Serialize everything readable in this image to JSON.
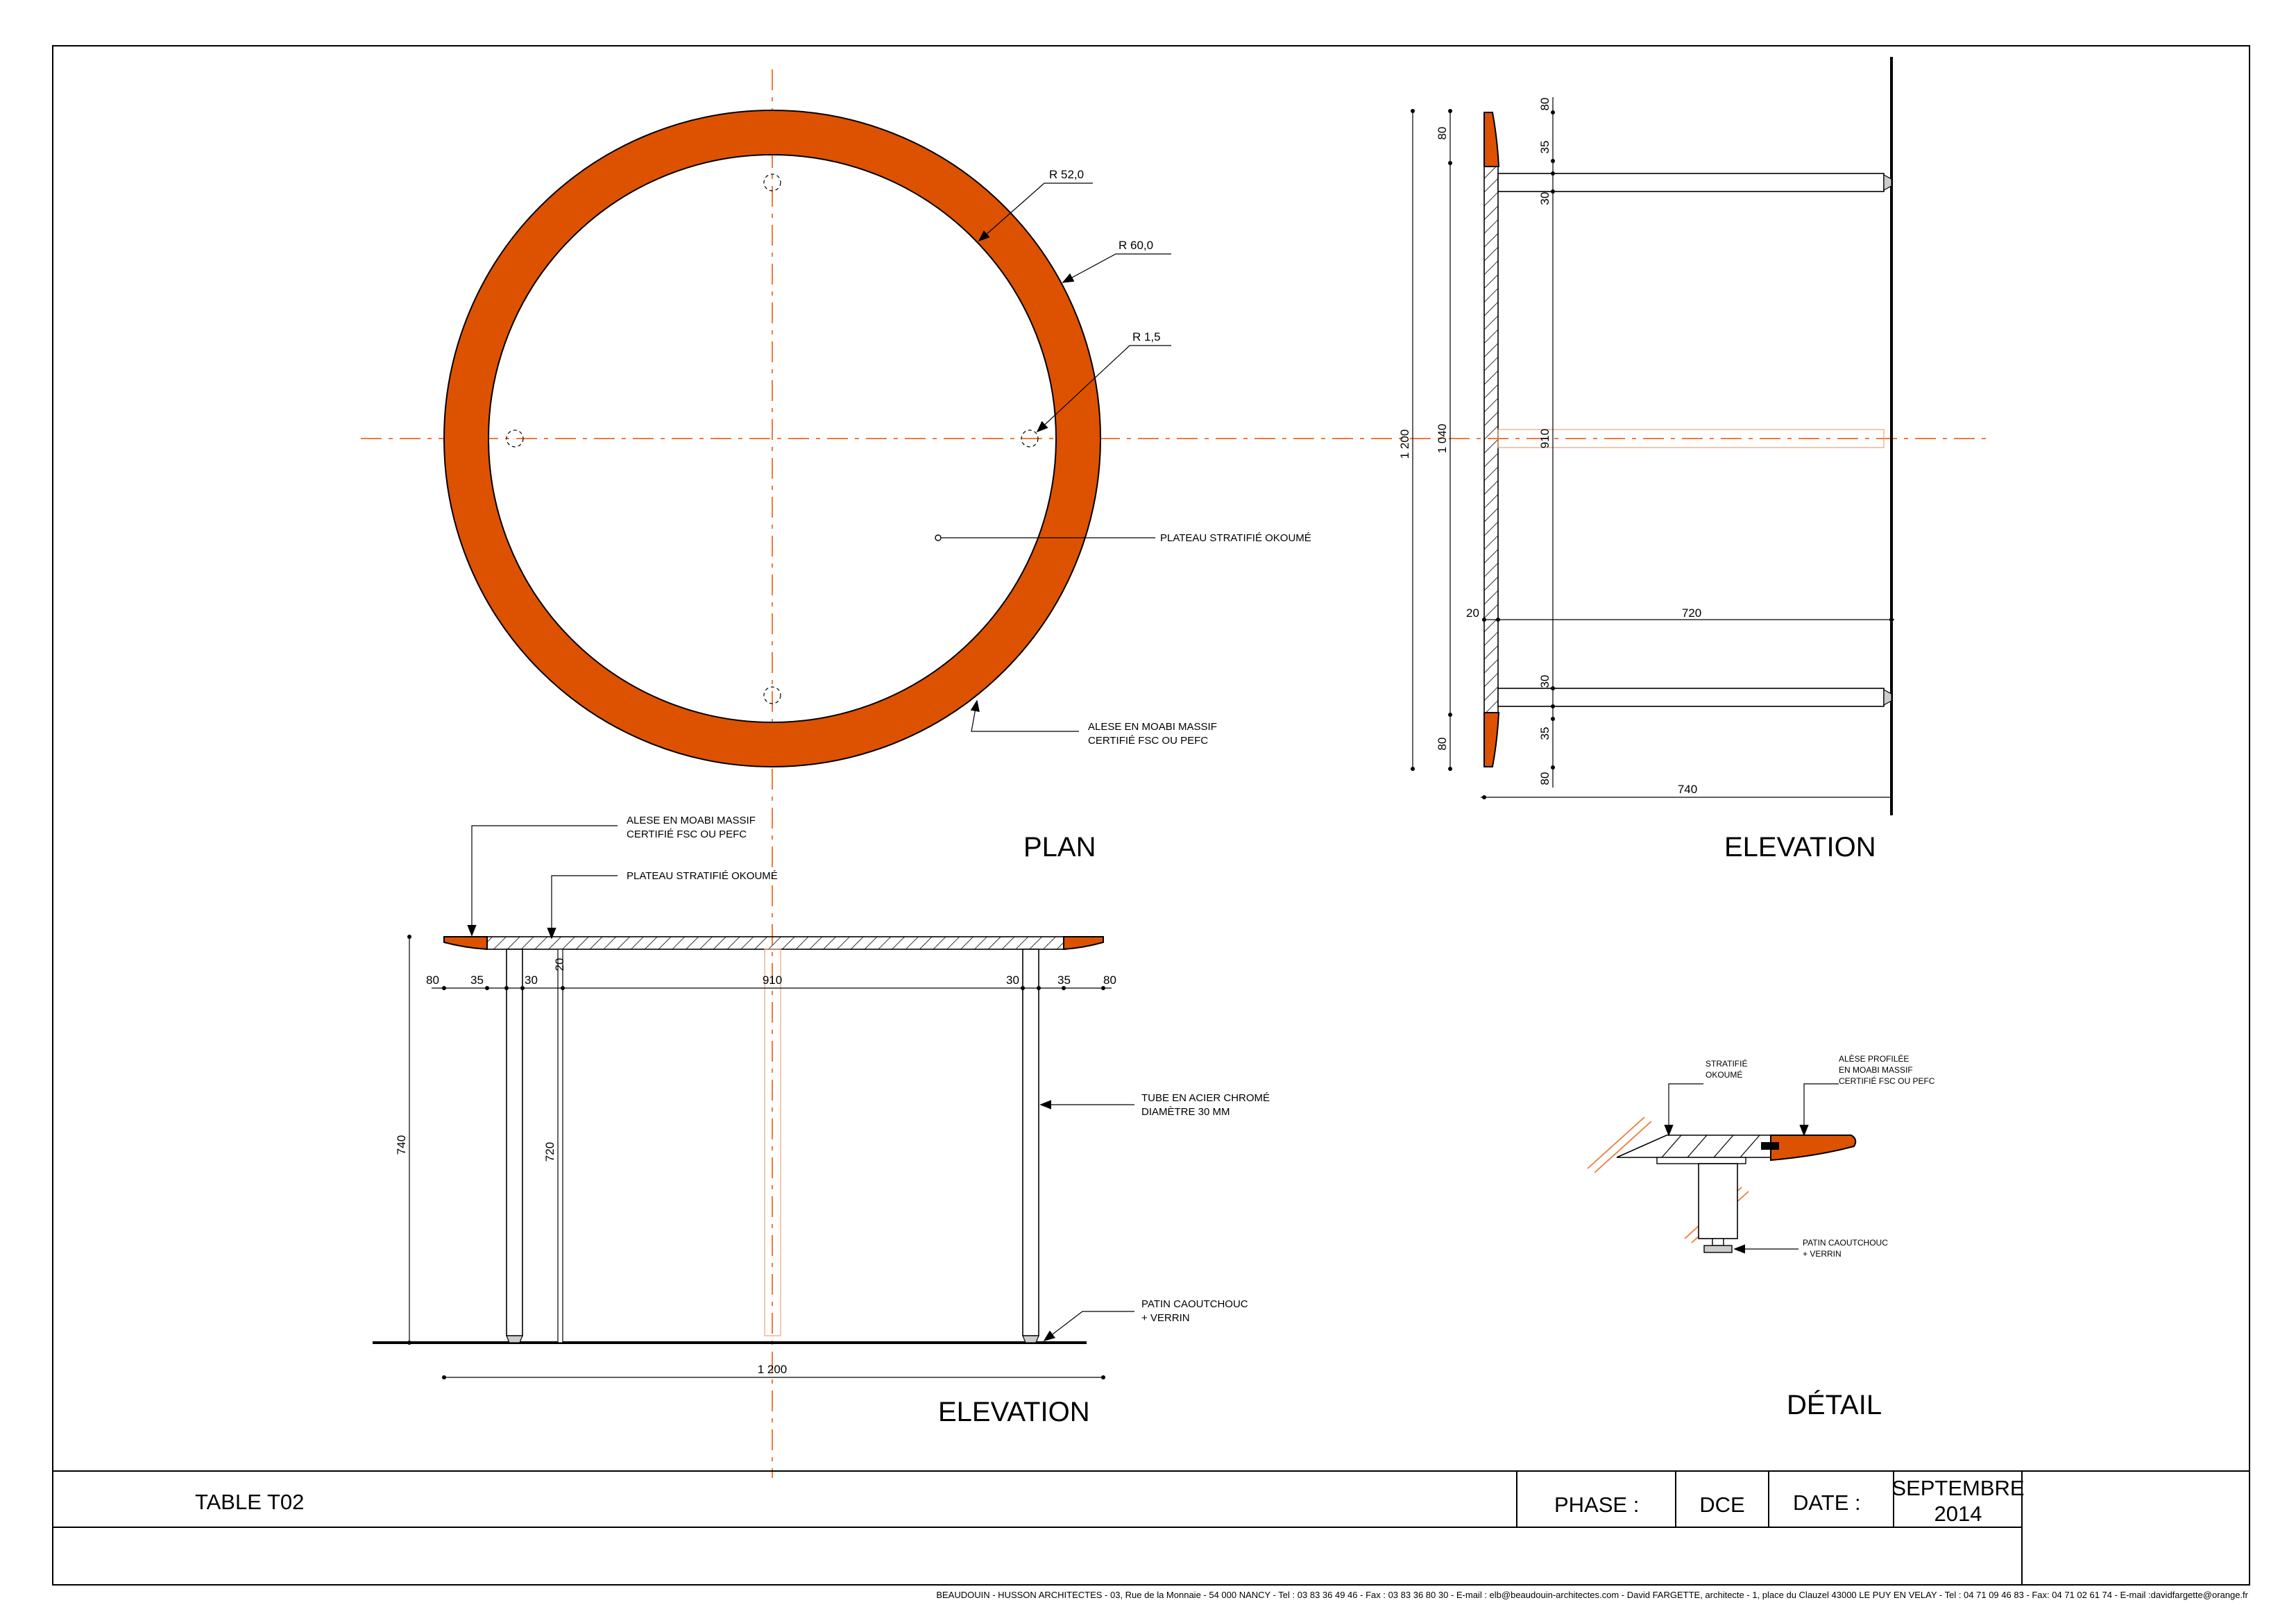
{
  "plan": {
    "title": "PLAN",
    "r_inner": "R 52,0",
    "r_outer": "R 60,0",
    "r_hole": "R 1,5",
    "note_top": "PLATEAU STRATIFIÉ OKOUMÉ",
    "note_edge_1": "ALESE EN MOABI MASSIF",
    "note_edge_2": "CERTIFIÉ FSC OU PEFC"
  },
  "side_elevation": {
    "title": "ELEVATION",
    "dims": {
      "overall": "1 200",
      "inner": "1 040",
      "span": "910",
      "edge_top": "80",
      "edge_bottom": "80",
      "right_80_top": "80",
      "right_35_top": "35",
      "right_30_top": "30",
      "right_30_bottom": "30",
      "right_35_bottom": "35",
      "right_80_bottom": "80",
      "thickness": "20",
      "leg": "720",
      "height": "740"
    }
  },
  "front_elevation": {
    "title": "ELEVATION",
    "note_edge_1": "ALESE EN MOABI MASSIF",
    "note_edge_2": "CERTIFIÉ FSC OU PEFC",
    "note_top": "PLATEAU STRATIFIÉ OKOUMÉ",
    "note_tube_1": "TUBE EN ACIER CHROMÉ",
    "note_tube_2": "DIAMÈTRE 30 MM",
    "note_foot_1": "PATIN CAOUTCHOUC",
    "note_foot_2": "+ VERRIN",
    "dims": {
      "l80": "80",
      "l35": "35",
      "l30": "30",
      "span": "910",
      "r30": "30",
      "r35": "35",
      "r80": "80",
      "thickness": "20",
      "height": "740",
      "leg": "720",
      "overall": "1 200"
    }
  },
  "detail": {
    "title": "DÉTAIL",
    "note_top_1": "STRATIFIÉ",
    "note_top_2": "OKOUMÉ",
    "note_edge_1": "ALÈSE PROFILÉE",
    "note_edge_2": "EN MOABI MASSIF",
    "note_edge_3": "CERTIFIÉ FSC OU PEFC",
    "note_foot_1": "PATIN CAOUTCHOUC",
    "note_foot_2": "+ VERRIN"
  },
  "title_block": {
    "project": "TABLE T02",
    "phase_label": "PHASE :",
    "phase_value": "DCE",
    "date_label": "DATE :",
    "date_month": "SEPTEMBRE",
    "date_year": "2014"
  },
  "footer": "BEAUDOUIN - HUSSON ARCHITECTES - 03, Rue de la Monnaie - 54 000  NANCY - Tel : 03 83 36 49 46 - Fax : 03 83 36 80 30 - E-mail : elb@beaudouin-architectes.com - David FARGETTE, architecte - 1, place du Clauzel 43000 LE PUY EN VELAY - Tel : 04 71 09 46 83 - Fax: 04 71 02 61 74 - E-mail :davidfargette@orange.fr",
  "colors": {
    "edge_wood": "#dd5200",
    "axis": "#ee7a3a"
  }
}
